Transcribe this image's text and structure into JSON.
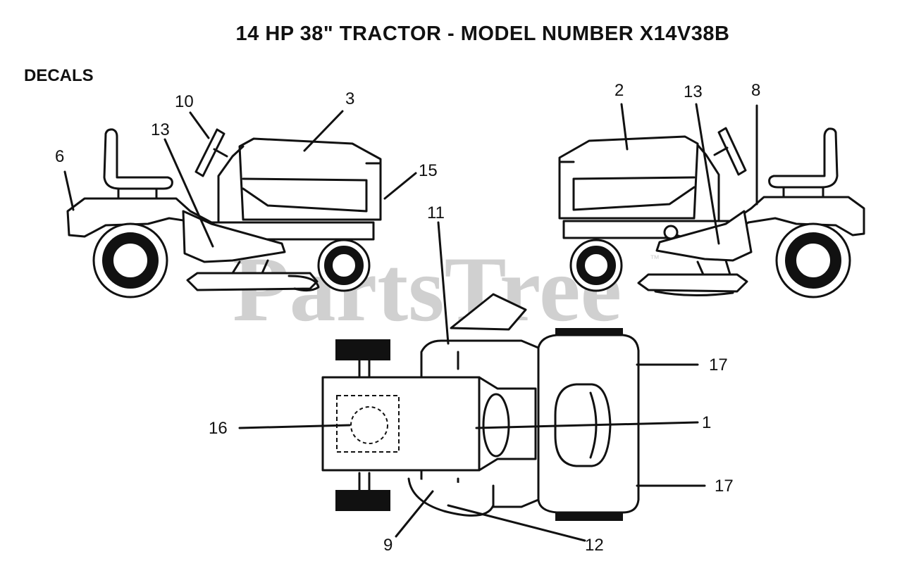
{
  "title": "14 HP 38\" TRACTOR - MODEL NUMBER X14V38B",
  "section_label": "DECALS",
  "watermark": "PartsTree",
  "watermark_mark": "™",
  "callouts": {
    "c6": "6",
    "c10": "10",
    "c13_left": "13",
    "c3": "3",
    "c15": "15",
    "c2": "2",
    "c13_right": "13",
    "c8": "8",
    "c11": "11",
    "c17_top": "17",
    "c16": "16",
    "c1": "1",
    "c17_bottom": "17",
    "c9": "9",
    "c12": "12"
  }
}
